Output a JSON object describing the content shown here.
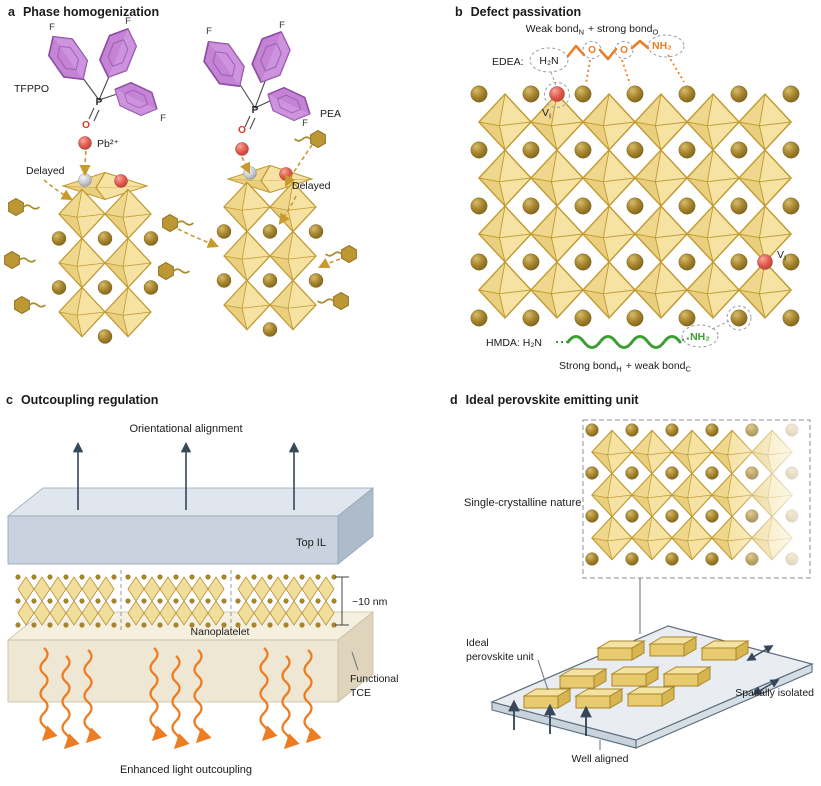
{
  "panel_a": {
    "label": "a",
    "title": "Phase homogenization",
    "tfppo": "TFPPO",
    "pea": "PEA",
    "pb": "Pb²⁺",
    "delayed": "Delayed",
    "f": "F",
    "p": "P",
    "o": "O"
  },
  "panel_b": {
    "label": "b",
    "title": "Defect passivation",
    "bond_top": {
      "pre": "Weak bond",
      "pre_sub": "N",
      "post": "+ strong bond",
      "post_sub": "O"
    },
    "edea": "EDEA:",
    "h2n": "H₂N",
    "o": "O",
    "nh2": "NH₂",
    "vacancy": "V",
    "vacancy_sub": "I",
    "hmda": "HMDA: H₂N",
    "hmda_nh2": "NH₂",
    "bond_bottom": {
      "pre": "Strong bond",
      "pre_sub": "H",
      "post": "+ weak bond",
      "post_sub": "C"
    }
  },
  "panel_c": {
    "label": "c",
    "title": "Outcoupling regulation",
    "alignment": "Orientational alignment",
    "top_il": "Top IL",
    "thickness": "~10 nm",
    "nanoplatelet": "Nanoplatelet",
    "tce1": "Functional",
    "tce2": "TCE",
    "enhanced": "Enhanced light outcoupling"
  },
  "panel_d": {
    "label": "d",
    "title": "Ideal perovskite emitting unit",
    "single": "Single-crystalline nature",
    "ideal1": "Ideal",
    "ideal2": "perovskite unit",
    "spatial": "Spatially isolated",
    "aligned": "Well aligned"
  },
  "colors": {
    "gold_fill": "#F6E3A4",
    "gold_stroke": "#C19A32",
    "gold_ball": "#A6852C",
    "purple": "#C583D6",
    "purple_stroke": "#8E4FA3",
    "orange": "#ED7D23",
    "green": "#3D9E35",
    "red": "#E2574B",
    "slate": "#37475A",
    "gold_dash": "#C89A2E"
  }
}
